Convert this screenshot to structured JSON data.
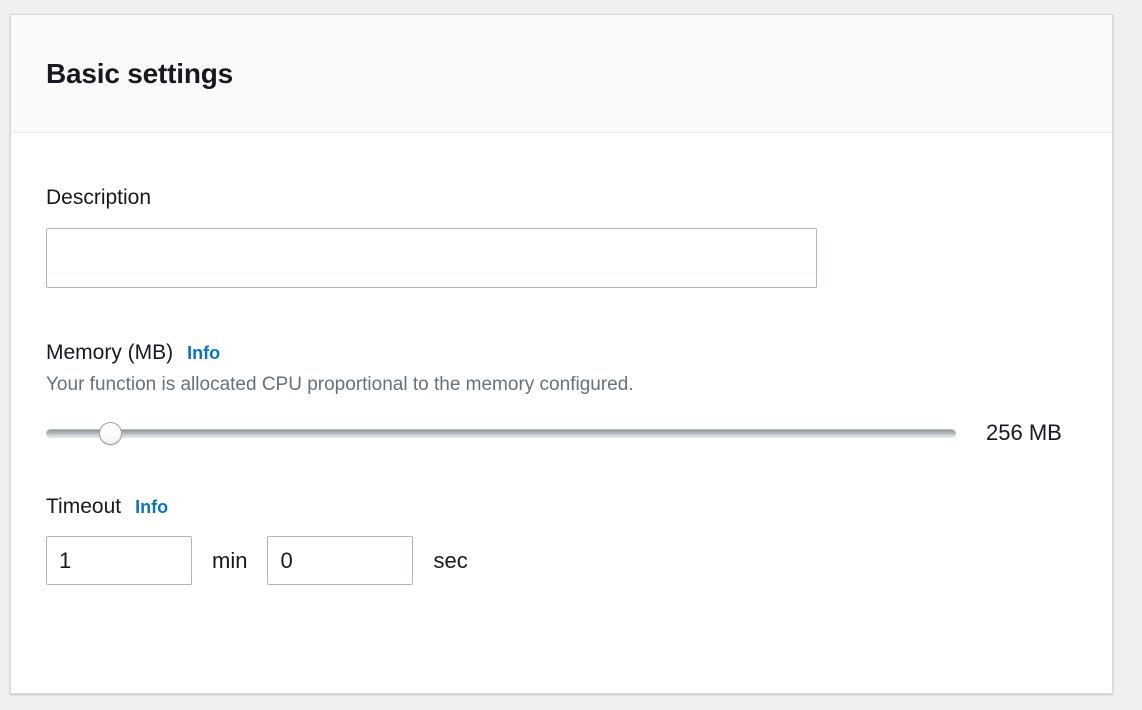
{
  "panel": {
    "title": "Basic settings"
  },
  "description_field": {
    "label": "Description",
    "value": "",
    "placeholder": ""
  },
  "memory_field": {
    "label": "Memory (MB)",
    "info_label": "Info",
    "hint": "Your function is allocated CPU proportional to the memory configured.",
    "value_label": "256 MB",
    "slider_percent": 6
  },
  "timeout_field": {
    "label": "Timeout",
    "info_label": "Info",
    "minutes_value": "1",
    "minutes_unit": "min",
    "seconds_value": "0",
    "seconds_unit": "sec"
  },
  "colors": {
    "page_background": "#eff0f0",
    "panel_background": "#ffffff",
    "header_background": "#fafafa",
    "border": "#d5dbdb",
    "input_border": "#aab7b8",
    "text_primary": "#16191f",
    "text_secondary": "#687078",
    "link_blue": "#0a74b9"
  }
}
